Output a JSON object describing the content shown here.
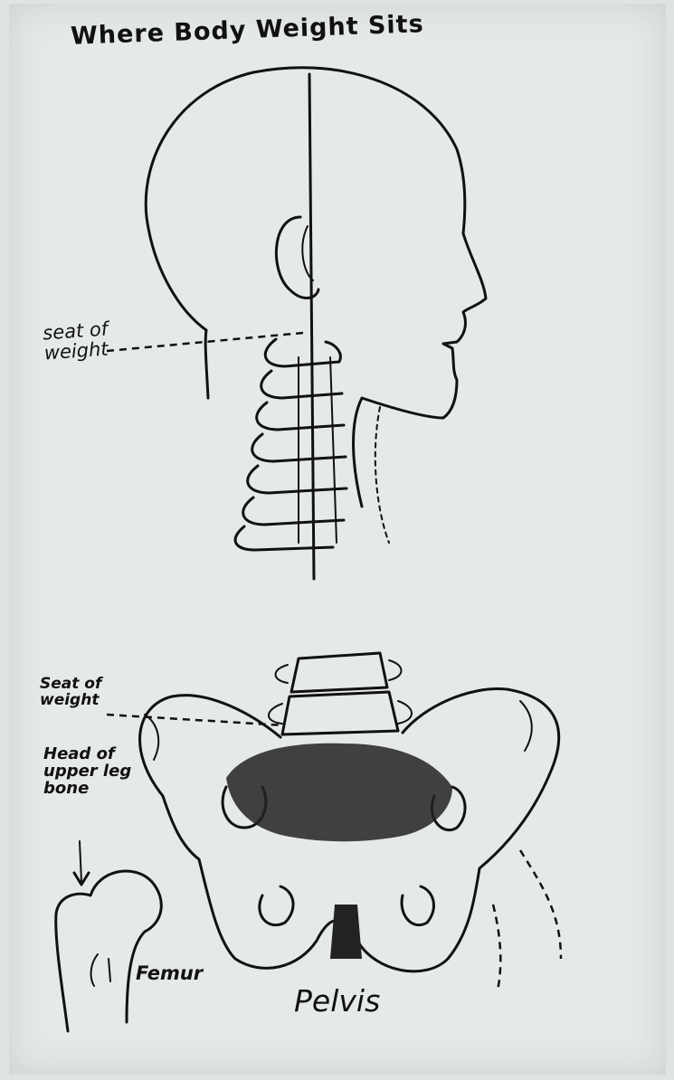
{
  "diagram": {
    "title": "Where Body Weight Sits",
    "labels": {
      "seat_upper": "seat of\nweight",
      "seat_lower": "Seat of\nweight",
      "head_of_leg_bone": "Head of\nupper leg\nbone",
      "femur": "Femur",
      "pelvis": "Pelvis"
    }
  }
}
